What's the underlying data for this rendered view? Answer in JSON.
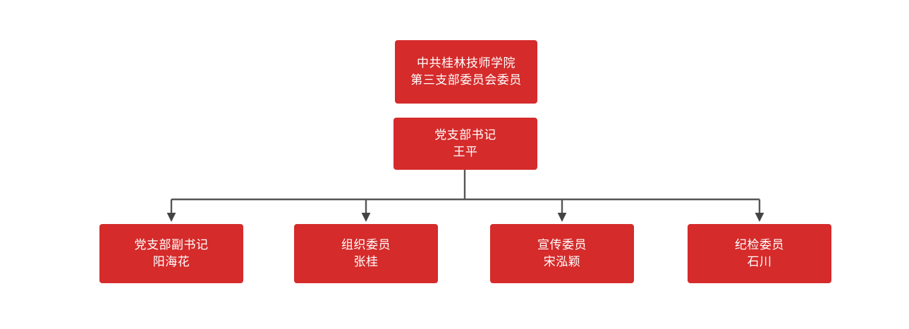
{
  "diagram": {
    "type": "organizational-chart",
    "title_text": "中共桂林技师学院第三支部委员会委员",
    "colors": {
      "node_fill": "#d52b2b",
      "node_text": "#ffffff",
      "connector": "#555555",
      "background": "#ffffff"
    },
    "nodes": {
      "root": {
        "line1": "中共桂林技师学院",
        "line2": "第三支部委员会委员"
      },
      "secretary": {
        "title": "党支部书记",
        "name": "王平"
      },
      "deputy_secretary": {
        "title": "党支部副书记",
        "name": "阳海花"
      },
      "organization": {
        "title": "组织委员",
        "name": "张桂"
      },
      "publicity": {
        "title": "宣传委员",
        "name": "宋泓颖"
      },
      "discipline": {
        "title": "纪检委员",
        "name": "石川"
      }
    }
  }
}
